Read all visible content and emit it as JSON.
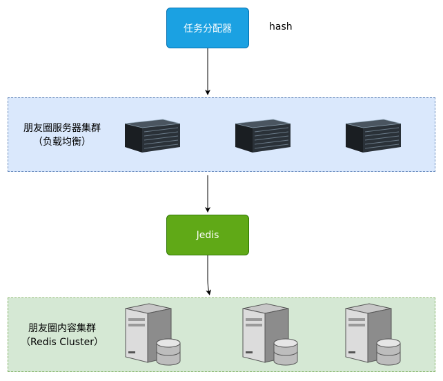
{
  "dispatcher": {
    "label": "任务分配器"
  },
  "hash_label": "hash",
  "app_cluster": {
    "line1": "朋友圈服务器集群",
    "line2": "（负载均衡）",
    "servers": [
      "rack-server-icon",
      "rack-server-icon",
      "rack-server-icon"
    ]
  },
  "jedis": {
    "label": "Jedis"
  },
  "redis_cluster": {
    "line1": "朋友圈内容集群",
    "line2": "（Redis Cluster）",
    "servers": [
      "database-server-icon",
      "database-server-icon",
      "database-server-icon"
    ]
  },
  "colors": {
    "dispatcher_fill": "#1ba1e2",
    "jedis_fill": "#60a917",
    "app_cluster_fill": "#dae8fc",
    "app_cluster_border": "#6c8ebf",
    "redis_cluster_fill": "#d5e8d4",
    "redis_cluster_border": "#82b366"
  }
}
